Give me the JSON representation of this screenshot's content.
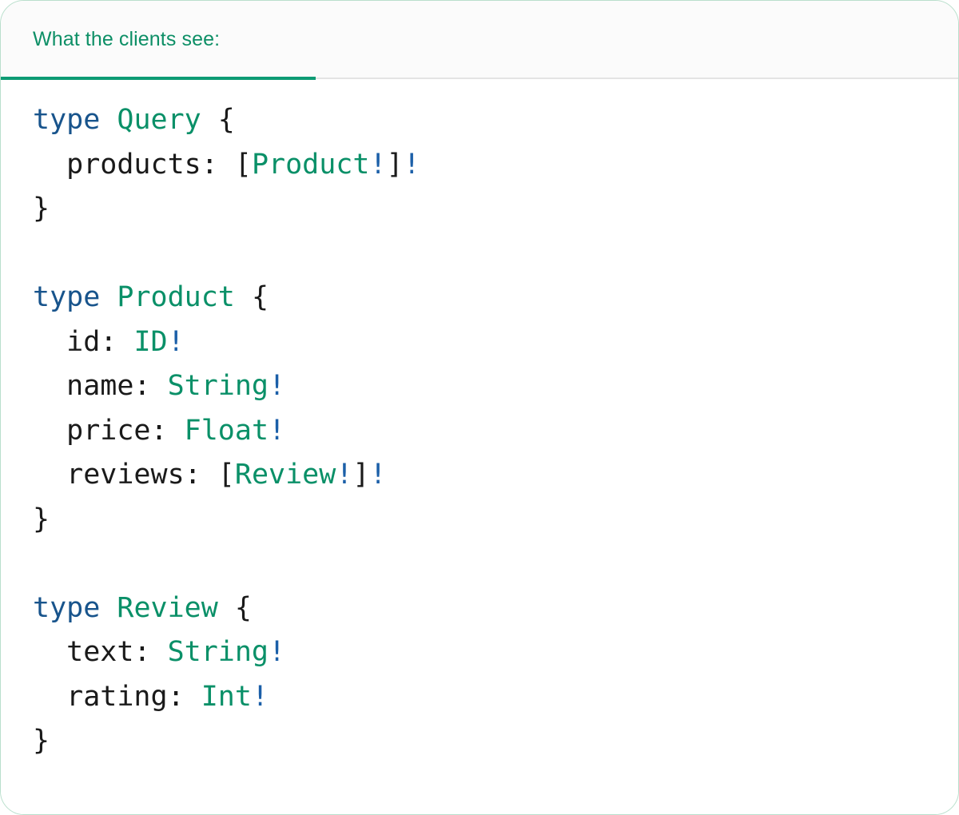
{
  "card": {
    "border_color": "#b9dfcc",
    "background": "#ffffff"
  },
  "header": {
    "background": "#fbfbfb",
    "active_tab_index": 0,
    "tabs": [
      {
        "label": "What the clients see:",
        "active": true,
        "color": "#0d8f66",
        "underline_color": "#0d9b74"
      }
    ]
  },
  "syntax_colors": {
    "keyword": "#18548c",
    "type_name": "#0a9068",
    "punctuation": "#1a1a1a",
    "non_null_bang": "#1b5fa8",
    "field_name": "#1a1a1a"
  },
  "code": {
    "language": "graphql",
    "raw": "type Query {\n  products: [Product!]!\n}\n\ntype Product {\n  id: ID!\n  name: String!\n  price: Float!\n  reviews: [Review!]!\n}\n\ntype Review {\n  text: String!\n  rating: Int!\n}",
    "lines": [
      {
        "n": 1,
        "tokens": [
          {
            "t": "type",
            "c": "keyword"
          },
          {
            "t": " ",
            "c": "punctuation"
          },
          {
            "t": "Query",
            "c": "type_name"
          },
          {
            "t": " {",
            "c": "punctuation"
          }
        ]
      },
      {
        "n": 2,
        "tokens": [
          {
            "t": "  products: ",
            "c": "field_name"
          },
          {
            "t": "[",
            "c": "punctuation"
          },
          {
            "t": "Product",
            "c": "type_name"
          },
          {
            "t": "!",
            "c": "non_null_bang"
          },
          {
            "t": "]",
            "c": "punctuation"
          },
          {
            "t": "!",
            "c": "non_null_bang"
          }
        ]
      },
      {
        "n": 3,
        "tokens": [
          {
            "t": "}",
            "c": "punctuation"
          }
        ]
      },
      {
        "n": 4,
        "tokens": []
      },
      {
        "n": 5,
        "tokens": [
          {
            "t": "type",
            "c": "keyword"
          },
          {
            "t": " ",
            "c": "punctuation"
          },
          {
            "t": "Product",
            "c": "type_name"
          },
          {
            "t": " {",
            "c": "punctuation"
          }
        ]
      },
      {
        "n": 6,
        "tokens": [
          {
            "t": "  id: ",
            "c": "field_name"
          },
          {
            "t": "ID",
            "c": "type_name"
          },
          {
            "t": "!",
            "c": "non_null_bang"
          }
        ]
      },
      {
        "n": 7,
        "tokens": [
          {
            "t": "  name: ",
            "c": "field_name"
          },
          {
            "t": "String",
            "c": "type_name"
          },
          {
            "t": "!",
            "c": "non_null_bang"
          }
        ]
      },
      {
        "n": 8,
        "tokens": [
          {
            "t": "  price: ",
            "c": "field_name"
          },
          {
            "t": "Float",
            "c": "type_name"
          },
          {
            "t": "!",
            "c": "non_null_bang"
          }
        ]
      },
      {
        "n": 9,
        "tokens": [
          {
            "t": "  reviews: ",
            "c": "field_name"
          },
          {
            "t": "[",
            "c": "punctuation"
          },
          {
            "t": "Review",
            "c": "type_name"
          },
          {
            "t": "!",
            "c": "non_null_bang"
          },
          {
            "t": "]",
            "c": "punctuation"
          },
          {
            "t": "!",
            "c": "non_null_bang"
          }
        ]
      },
      {
        "n": 10,
        "tokens": [
          {
            "t": "}",
            "c": "punctuation"
          }
        ]
      },
      {
        "n": 11,
        "tokens": []
      },
      {
        "n": 12,
        "tokens": [
          {
            "t": "type",
            "c": "keyword"
          },
          {
            "t": " ",
            "c": "punctuation"
          },
          {
            "t": "Review",
            "c": "type_name"
          },
          {
            "t": " {",
            "c": "punctuation"
          }
        ]
      },
      {
        "n": 13,
        "tokens": [
          {
            "t": "  text: ",
            "c": "field_name"
          },
          {
            "t": "String",
            "c": "type_name"
          },
          {
            "t": "!",
            "c": "non_null_bang"
          }
        ]
      },
      {
        "n": 14,
        "tokens": [
          {
            "t": "  rating: ",
            "c": "field_name"
          },
          {
            "t": "Int",
            "c": "type_name"
          },
          {
            "t": "!",
            "c": "non_null_bang"
          }
        ]
      },
      {
        "n": 15,
        "tokens": [
          {
            "t": "}",
            "c": "punctuation"
          }
        ]
      }
    ]
  }
}
